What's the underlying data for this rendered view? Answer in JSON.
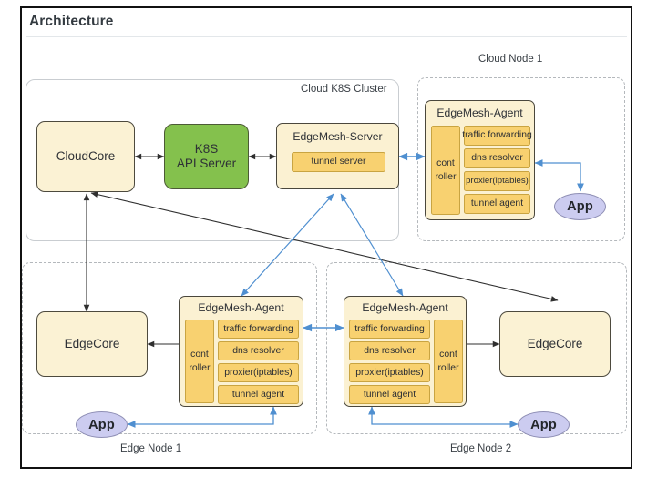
{
  "figure": {
    "title": "Architecture"
  },
  "containers": {
    "cloud_cluster": {
      "label": "Cloud K8S Cluster"
    },
    "cloud_node_1": {
      "label": "Cloud Node 1"
    },
    "edge_node_1": {
      "label": "Edge Node  1"
    },
    "edge_node_2": {
      "label": "Edge Node 2"
    }
  },
  "nodes": {
    "cloudcore": {
      "label": "CloudCore"
    },
    "k8s_api": {
      "line1": "K8S",
      "line2": "API Server"
    },
    "edgemesh_server": {
      "title": "EdgeMesh-Server",
      "sub": {
        "tunnel_server": "tunnel server"
      }
    },
    "agent_cloud1": {
      "title": "EdgeMesh-Agent",
      "controller": "cont\nroller",
      "modules": [
        "traffic forwarding",
        "dns resolver",
        "proxier(iptables)",
        "tunnel agent"
      ]
    },
    "agent_edge1": {
      "title": "EdgeMesh-Agent",
      "controller": "cont\nroller",
      "modules": [
        "traffic forwarding",
        "dns resolver",
        "proxier(iptables)",
        "tunnel agent"
      ]
    },
    "agent_edge2": {
      "title": "EdgeMesh-Agent",
      "controller": "cont\nroller",
      "modules": [
        "traffic forwarding",
        "dns resolver",
        "proxier(iptables)",
        "tunnel agent"
      ]
    },
    "edgecore_1": {
      "label": "EdgeCore"
    },
    "edgecore_2": {
      "label": "EdgeCore"
    },
    "app_cloud1": {
      "label": "App"
    },
    "app_edge1": {
      "label": "App"
    },
    "app_edge2": {
      "label": "App"
    }
  },
  "colors": {
    "cream": "#fbf1d2",
    "gold": "#f8d170",
    "green": "#84c14d",
    "app_purple": "#ccccf0",
    "black_arrow": "#2f2f2f",
    "blue_arrow": "#4f8fd0",
    "frame": "#111111"
  }
}
